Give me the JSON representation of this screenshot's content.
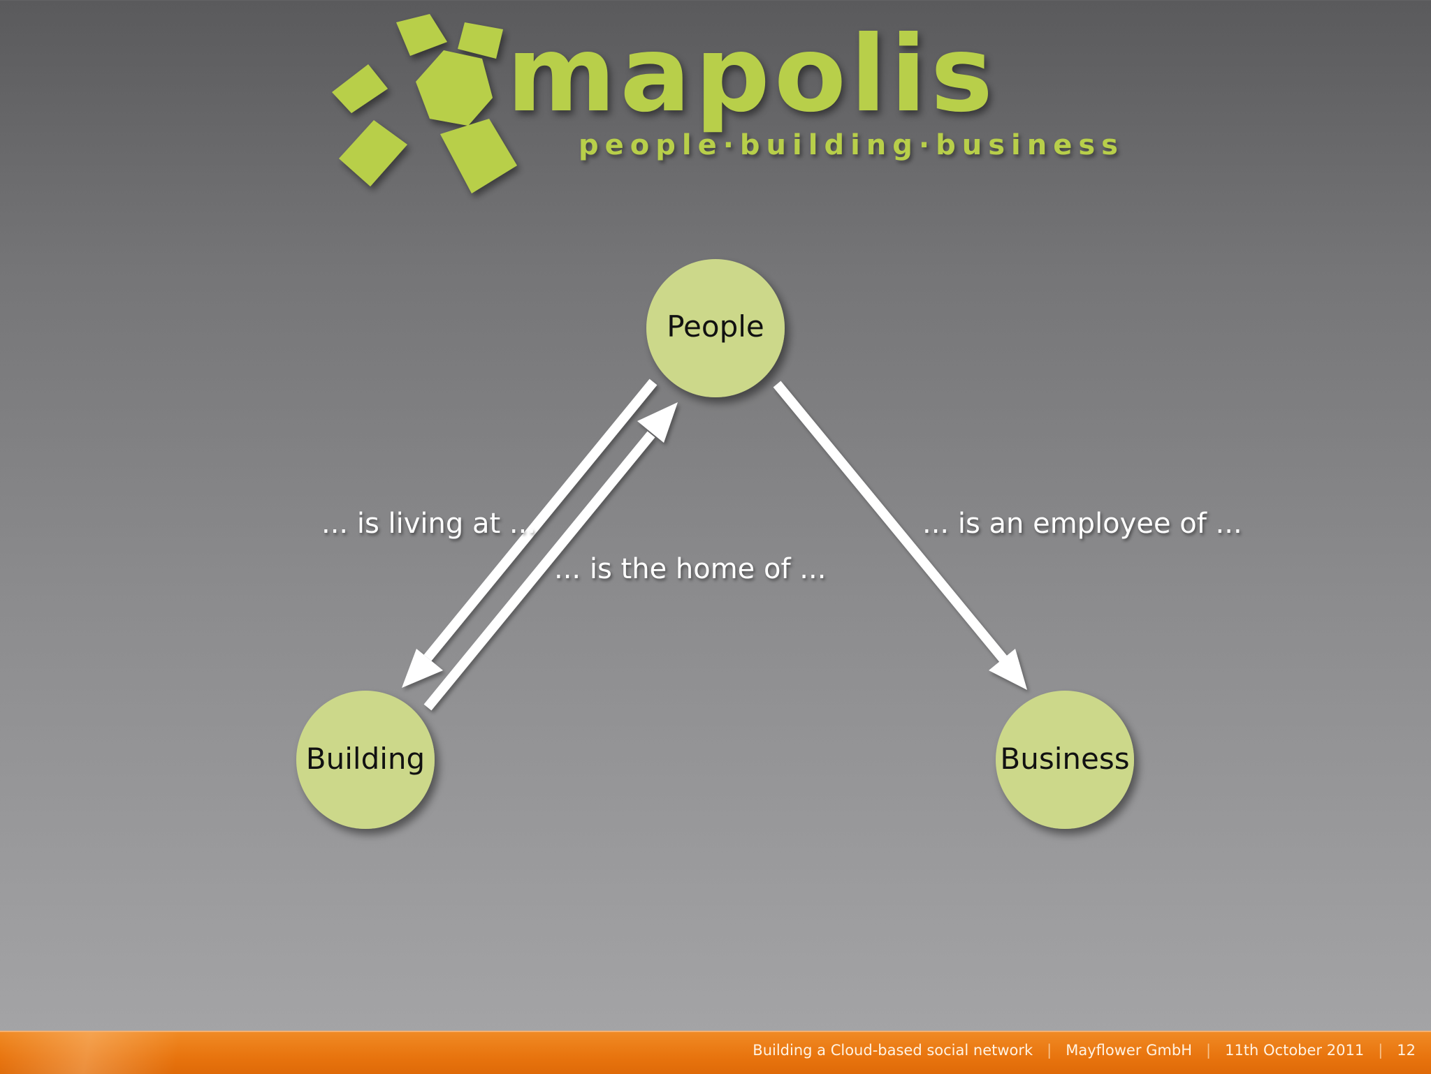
{
  "logo": {
    "wordmark": "mapolis",
    "tagline": "people·building·business",
    "brand_color": "#b8cf4a"
  },
  "diagram": {
    "node_color": "#ccd88a",
    "nodes": {
      "people": "People",
      "building": "Building",
      "business": "Business"
    },
    "edges": {
      "living_at": "... is living at ...",
      "home_of": "... is the home of ...",
      "employee_of": "... is an employee of ..."
    }
  },
  "footer": {
    "title": "Building a Cloud-based social network",
    "company": "Mayflower GmbH",
    "date": "11th October 2011",
    "page": "12",
    "accent": "#e8740e"
  }
}
